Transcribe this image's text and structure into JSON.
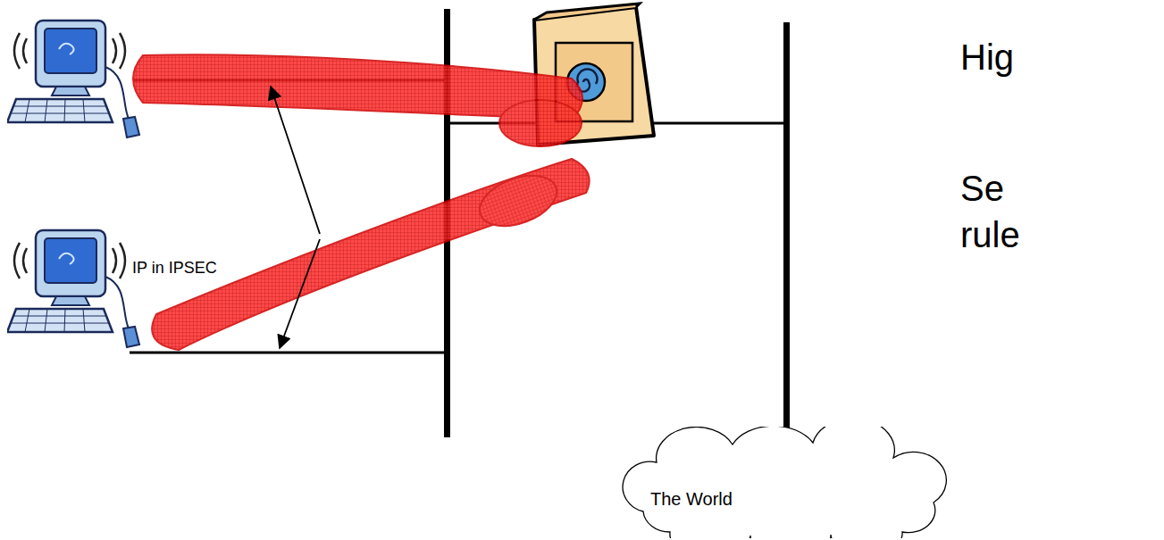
{
  "diagram": {
    "nodes": [
      {
        "text": [
          "The World"
        ]
      }
    ],
    "labels": [
      "IP in IPSEC",
      "Hig",
      "Se rule"
    ]
  }
}
